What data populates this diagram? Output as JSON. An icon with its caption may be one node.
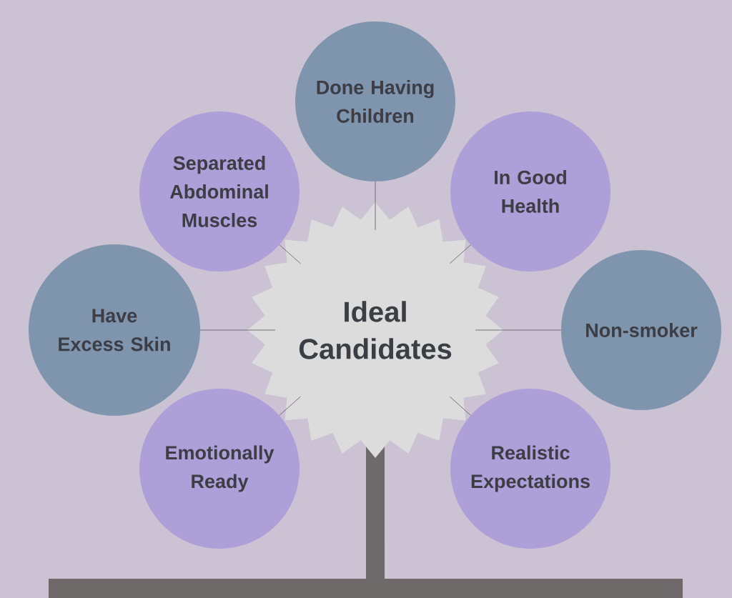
{
  "diagram": {
    "nodes": [
      {
        "text": [
          "Done Having Children"
        ]
      },
      {
        "text": [
          "Separated Abdominal Muscles"
        ]
      },
      {
        "text": [
          "In Good Health"
        ]
      },
      {
        "text": [
          "Have Excess Skin"
        ]
      },
      {
        "text": [
          "Ideal Candidates"
        ]
      },
      {
        "text": [
          "Non-smoker"
        ]
      },
      {
        "text": [
          "Emotionally Ready"
        ]
      },
      {
        "text": [
          "Realistic Expectations"
        ]
      }
    ],
    "edges": [
      {
        "from": 4,
        "to": 0,
        "arrow": "none"
      },
      {
        "from": 4,
        "to": 1,
        "arrow": "none"
      },
      {
        "from": 4,
        "to": 2,
        "arrow": "none"
      },
      {
        "from": 4,
        "to": 3,
        "arrow": "none"
      },
      {
        "from": 4,
        "to": 5,
        "arrow": "none"
      },
      {
        "from": 4,
        "to": 6,
        "arrow": "none"
      },
      {
        "from": 4,
        "to": 7,
        "arrow": "none"
      }
    ]
  }
}
